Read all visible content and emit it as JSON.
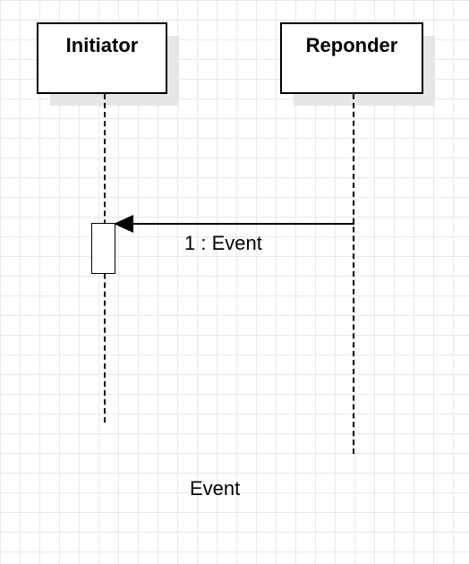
{
  "participants": [
    {
      "name": "Initiator"
    },
    {
      "name": "Reponder"
    }
  ],
  "messages": [
    {
      "label": "1 : Event",
      "from": "Reponder",
      "to": "Initiator"
    }
  ],
  "free_label": "Event"
}
